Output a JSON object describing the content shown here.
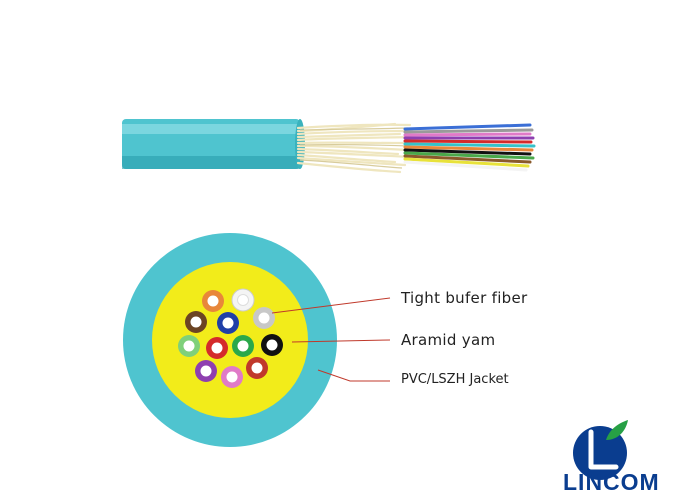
{
  "callouts": {
    "buffer": "Tight bufer fiber",
    "aramid": "Aramid yam",
    "jacket": "PVC/LSZH Jacket"
  },
  "brand": {
    "name": "LINCOM",
    "color": "#0a3d8f",
    "accent": "#27a045"
  },
  "colors": {
    "jacket": "#4fc4cf",
    "aramid": "#f2ec1a",
    "leader_line": "#c0392b"
  },
  "fiber_colors": [
    "#3b6fd6",
    "#e8873a",
    "#4aa84a",
    "#8a5a2b",
    "#9a9a9a",
    "#f4f4f4",
    "#d42b2b",
    "#111111",
    "#e8e23a",
    "#8e3fb0",
    "#e07ac8",
    "#36c2c9"
  ]
}
